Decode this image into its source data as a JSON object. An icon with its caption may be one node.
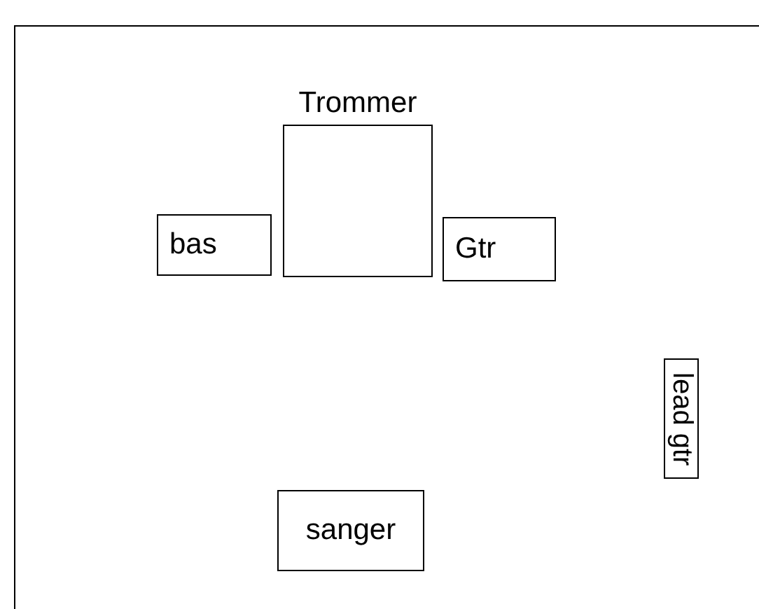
{
  "diagram": {
    "nodes": [
      {
        "text": [
          "Trommer"
        ]
      },
      {
        "text": [
          "bas"
        ]
      },
      {
        "text": [
          "Gtr"
        ]
      },
      {
        "text": [
          "lead gtr"
        ]
      },
      {
        "text": [
          "sanger"
        ]
      }
    ]
  }
}
